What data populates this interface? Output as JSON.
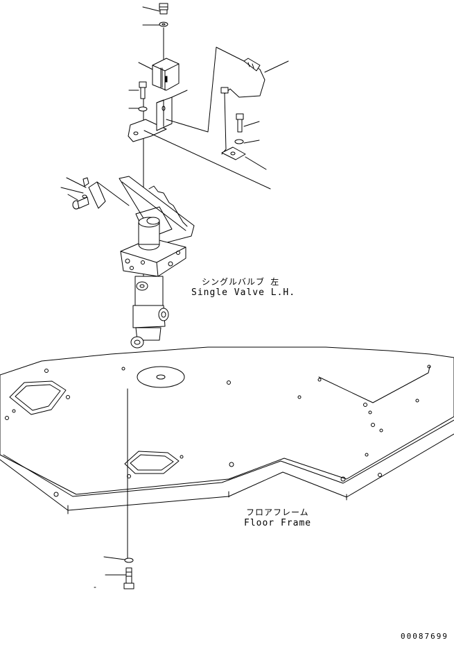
{
  "labels": {
    "valve_jp": "シングルバルブ 左",
    "valve_en": "Single Valve L.H.",
    "frame_jp": "フロアフレーム",
    "frame_en": "Floor Frame",
    "drawing_code": "00087699"
  }
}
